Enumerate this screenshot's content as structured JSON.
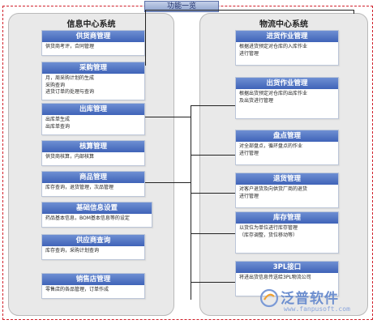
{
  "header": {
    "title": "功能一览"
  },
  "left_panel": {
    "title": "信息中心系统",
    "boxes": [
      {
        "heading": "供货商管理",
        "text": "供货商考评，合同管理"
      },
      {
        "heading": "采购管理",
        "text": "月，周采购计划的生成\n采购查询\n进货订单的处理与查询"
      },
      {
        "heading": "出库管理",
        "text": "出库单生成\n出库单查询"
      },
      {
        "heading": "核算管理",
        "text": "供货商核算，内部核算"
      },
      {
        "heading": "商品管理",
        "text": "库存查询，退货管理，次品管理"
      },
      {
        "heading": "基础信息设置",
        "text": "药品基本信息，BOM基本信息等的设定"
      },
      {
        "heading": "供应商查询",
        "text": "库存查询，采购计划查询"
      },
      {
        "heading": "销售店管理",
        "text": "零售店的各品管理，订单作成"
      }
    ]
  },
  "right_panel": {
    "title": "物流中心系统",
    "boxes": [
      {
        "heading": "进货作业管理",
        "text": "根据进货预定对仓库的入库作业\n进行管理"
      },
      {
        "heading": "出货作业管理",
        "text": "根据出货预定对仓库的出库作业\n及出货进行管理"
      },
      {
        "heading": "盘点管理",
        "text": "对全部盘点，循环盘点的作业\n进行管理"
      },
      {
        "heading": "退货管理",
        "text": "对客户退货及向供货厂商的退货\n进行管理"
      },
      {
        "heading": "库存管理",
        "text": "以货位为单位进行库存管理\n（库存调整，货位移动等）"
      },
      {
        "heading": "3PL接口",
        "text": "将进出货信息传送给3PL物流公司"
      }
    ]
  },
  "watermark": {
    "brand": "泛普软件",
    "url": "www.fanpusoft.com"
  },
  "colors": {
    "accent": "#4a6fc0",
    "frame": "#d0202a",
    "panel": "#e9e9e9"
  }
}
